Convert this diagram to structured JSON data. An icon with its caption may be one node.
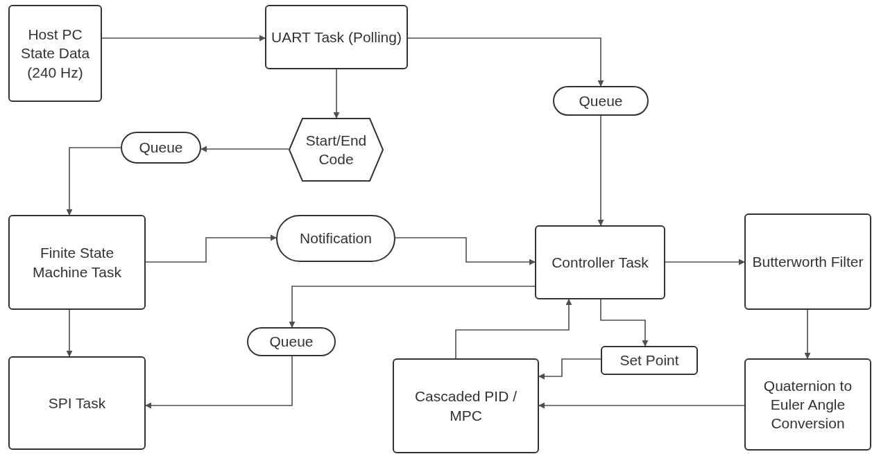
{
  "diagram": {
    "nodes": [
      {
        "text": [
          "Host PC State Data (240 Hz)"
        ]
      },
      {
        "text": [
          "UART Task (Polling)"
        ]
      },
      {
        "text": [
          "Queue"
        ]
      },
      {
        "text": [
          "Start/End Code"
        ]
      },
      {
        "text": [
          "Queue"
        ]
      },
      {
        "text": [
          "Finite State Machine Task"
        ]
      },
      {
        "text": [
          "Notification"
        ]
      },
      {
        "text": [
          "Controller Task"
        ]
      },
      {
        "text": [
          "Butterworth Filter"
        ]
      },
      {
        "text": [
          "Queue"
        ]
      },
      {
        "text": [
          "Set Point"
        ]
      },
      {
        "text": [
          "SPI Task"
        ]
      },
      {
        "text": [
          "Cascaded PID / MPC"
        ]
      },
      {
        "text": [
          "Quaternion to Euler Angle Conversion"
        ]
      }
    ],
    "edges": [
      {
        "from": 0,
        "to": 1,
        "arrow": "to"
      },
      {
        "from": 1,
        "to": 2,
        "arrow": "to"
      },
      {
        "from": 1,
        "to": 3,
        "arrow": "to"
      },
      {
        "from": 3,
        "to": 4,
        "arrow": "to"
      },
      {
        "from": 4,
        "to": 5,
        "arrow": "to"
      },
      {
        "from": 2,
        "to": 7,
        "arrow": "to"
      },
      {
        "from": 5,
        "to": 6,
        "arrow": "to"
      },
      {
        "from": 6,
        "to": 7,
        "arrow": "to"
      },
      {
        "from": 7,
        "to": 8,
        "arrow": "to"
      },
      {
        "from": 8,
        "to": 13,
        "arrow": "to"
      },
      {
        "from": 13,
        "to": 12,
        "arrow": "to"
      },
      {
        "from": 7,
        "to": 9,
        "arrow": "to"
      },
      {
        "from": 9,
        "to": 11,
        "arrow": "to"
      },
      {
        "from": 5,
        "to": 11,
        "arrow": "to"
      },
      {
        "from": 7,
        "to": 10,
        "arrow": "to"
      },
      {
        "from": 10,
        "to": 12,
        "arrow": "to"
      },
      {
        "from": 12,
        "to": 7,
        "arrow": "to"
      }
    ]
  }
}
